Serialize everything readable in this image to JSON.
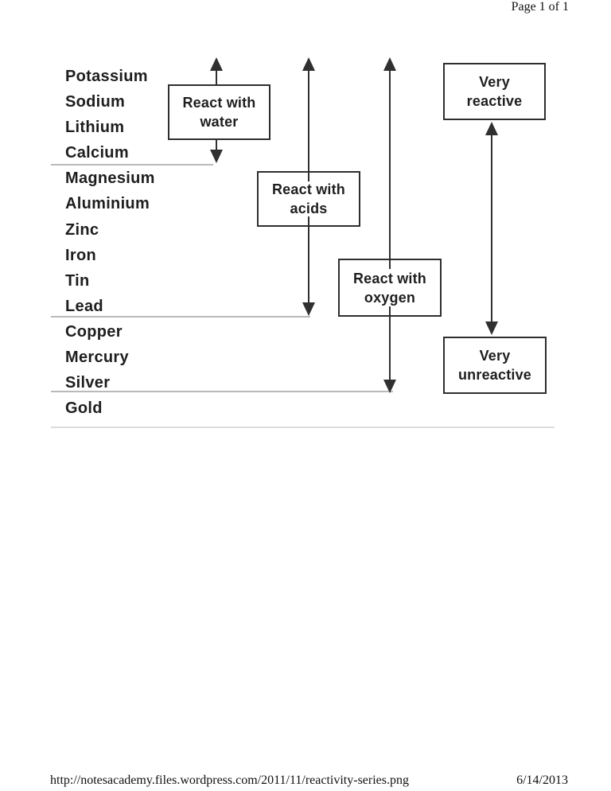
{
  "page": {
    "header": {
      "page_indicator": "Page 1 of 1"
    },
    "footer": {
      "url": "http://notesacademy.files.wordpress.com/2011/11/reactivity-series.png",
      "date": "6/14/2013"
    }
  },
  "diagram": {
    "metals": [
      "Potassium",
      "Sodium",
      "Lithium",
      "Calcium",
      "Magnesium",
      "Aluminium",
      "Zinc",
      "Iron",
      "Tin",
      "Lead",
      "Copper",
      "Mercury",
      "Silver",
      "Gold"
    ],
    "boxes": {
      "water": {
        "line1": "React with",
        "line2": "water"
      },
      "acids": {
        "line1": "React with",
        "line2": "acids"
      },
      "oxygen": {
        "line1": "React with",
        "line2": "oxygen"
      },
      "very_reactive": {
        "line1": "Very",
        "line2": "reactive"
      },
      "very_unreactive": {
        "line1": "Very",
        "line2": "unreactive"
      }
    },
    "colors": {
      "text": "#1e1e1e",
      "box_border": "#2e2e2e",
      "arrow": "#303030",
      "separator": "#b9b9b9",
      "bottom_rule": "#dcdcdc"
    }
  }
}
